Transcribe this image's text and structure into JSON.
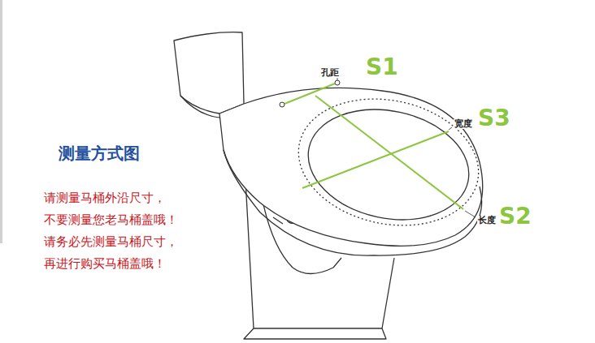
{
  "diagram": {
    "title": "测量方式图",
    "labels": [
      "孔距",
      "S1",
      "宽度",
      "S3",
      "长度",
      "S2",
      "请测量马桶外沿尺寸，",
      "不要测量您老马桶盖哦！",
      "请务必先测量马桶尺寸，",
      "再进行购买马桶盖哦！"
    ]
  }
}
